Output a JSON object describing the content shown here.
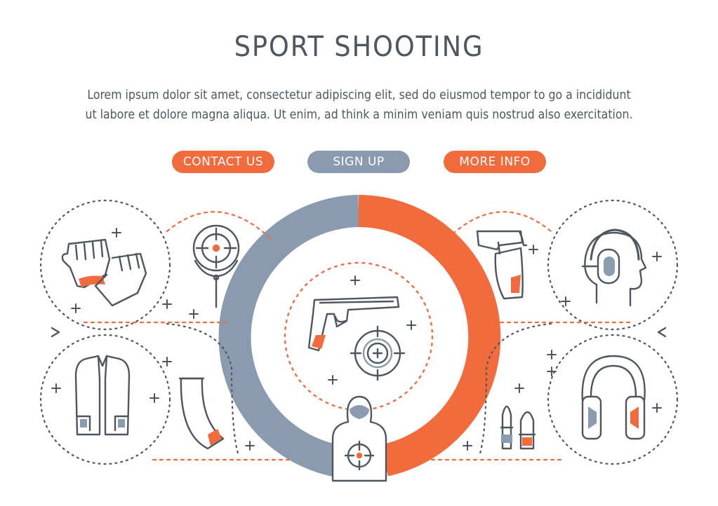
{
  "header": {
    "title": "SPORT SHOOTING",
    "description_line1": "Lorem ipsum dolor sit amet, consectetur adipiscing elit, sed do eiusmod tempor to go a incididunt",
    "description_line2": "ut labore et dolore magna aliqua. Ut enim, ad think a minim veniam quis nostrud also exercitation."
  },
  "buttons": {
    "contact": "CONTACT US",
    "signup": "SIGN UP",
    "more": "MORE INFO"
  },
  "colors": {
    "accent_orange": "#f26b3d",
    "accent_gray": "#8a9aaf",
    "line_dark": "#4e5660"
  },
  "icons": [
    "gloves-icon",
    "scope-target-icon",
    "vest-icon",
    "magazine-icon",
    "pistol-icon",
    "crosshair-icon",
    "silhouette-target-icon",
    "holster-icon",
    "headset-person-icon",
    "earmuffs-icon",
    "bullets-icon"
  ]
}
